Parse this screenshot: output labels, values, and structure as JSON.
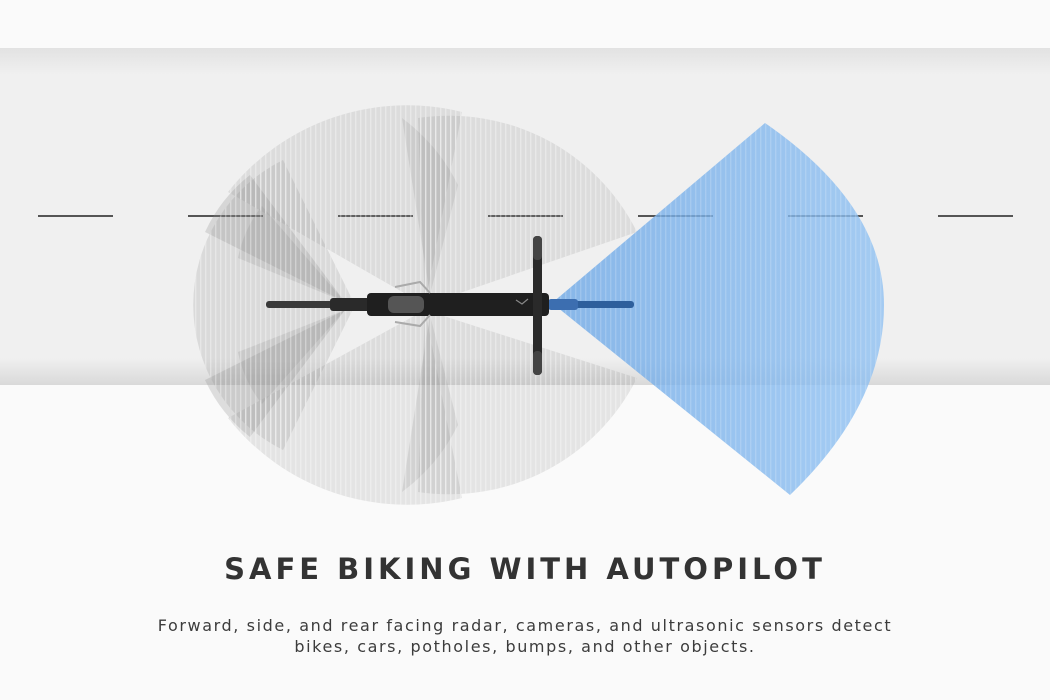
{
  "headline": "SAFE BIKING WITH AUTOPILOT",
  "caption": {
    "line1": "Forward, side, and rear facing radar, cameras, and ultrasonic sensors detect",
    "line2": "bikes, cars, potholes, bumps, and other objects."
  },
  "colors": {
    "background": "#fafafa",
    "road": "#f1f1f1",
    "sensor_gray": "#8d8d8d",
    "sensor_blue": "#7fb5ee",
    "bike_body": "#1f1f1f",
    "text": "#333333"
  }
}
